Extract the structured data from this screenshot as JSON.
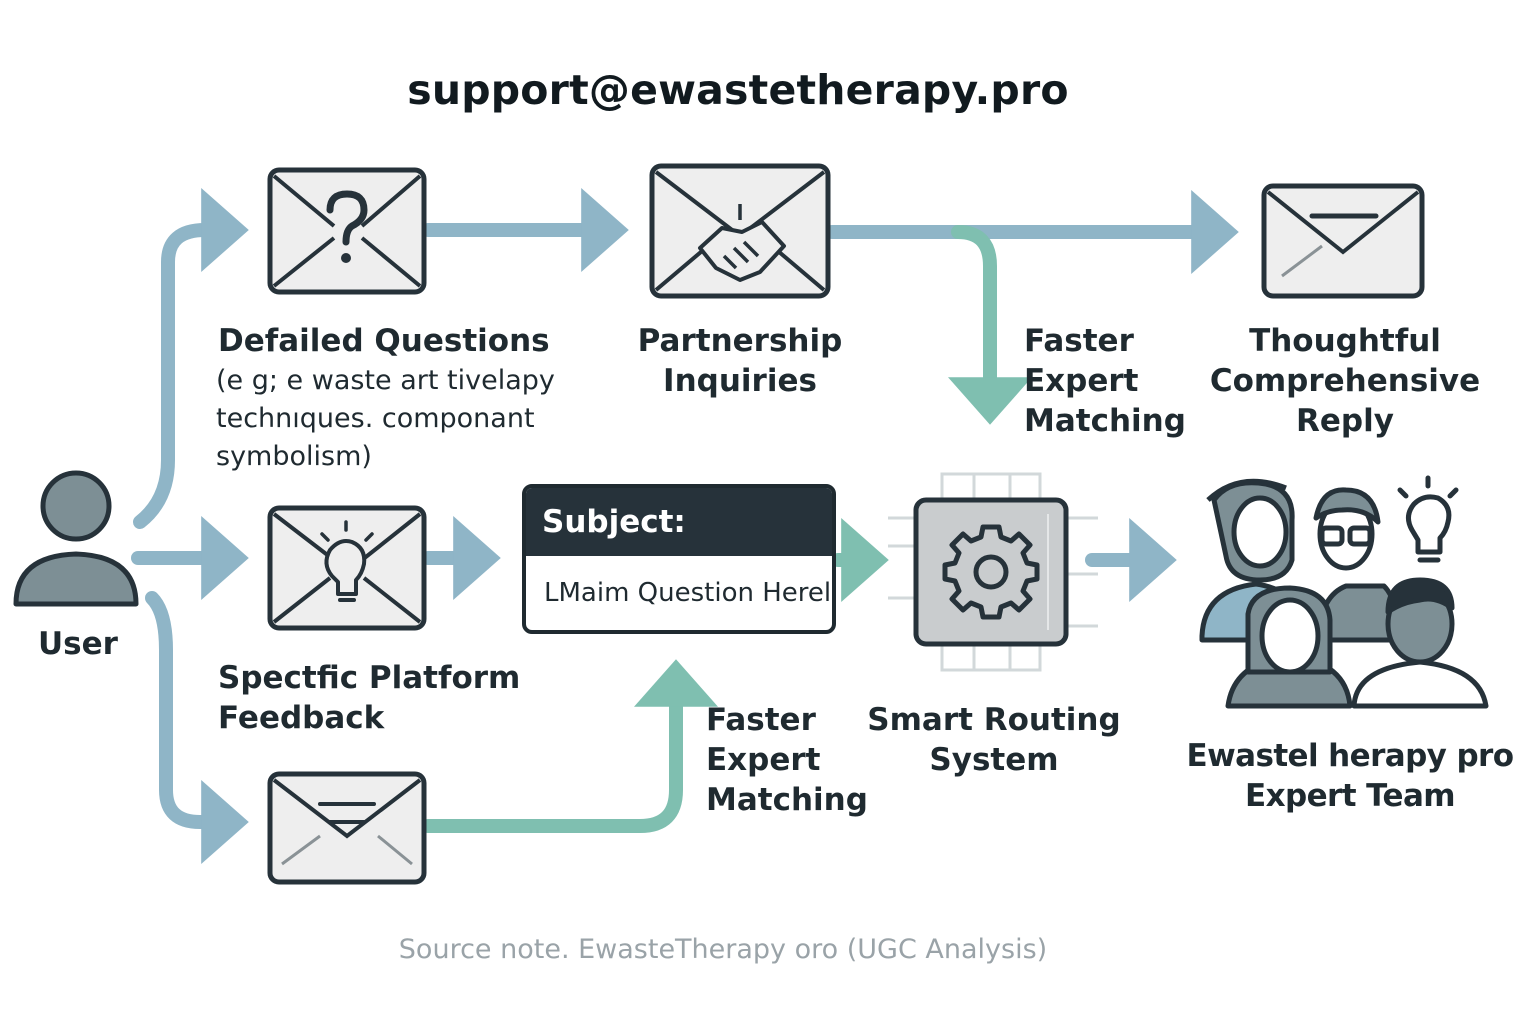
{
  "email": "support@ewastetherapy.pro",
  "user": {
    "label": "User"
  },
  "channels": {
    "detailed": {
      "title": "Defailed Questions",
      "note": "(e g; e  waste art tivelapy\ntechnıques. componant\nsymbolism)"
    },
    "partnership": {
      "title": "Partnership\nInquiries"
    },
    "feedback": {
      "title": "Spectfic Platform\nFeedback"
    }
  },
  "subject": {
    "label": "Subject:",
    "value": "LMaim Question Herel"
  },
  "matching_top": "Faster\nExpert\nMatching",
  "matching_bottom": "Faster\nExpert\nMatching",
  "reply": "Thoughtful\nComprehensive\nReply",
  "routing": "Smart Routing\nSystem",
  "team": "Ewastel herapy pro\nExpert Team",
  "source_note": "Source note. EwasteTherapy oro (UGC Analysis)",
  "colors": {
    "arrow_blue": "#8fb5c7",
    "arrow_teal": "#7fbfb0",
    "ink": "#26323a",
    "envelope_fill": "#eeeeee",
    "person_fill": "#7d8f95"
  },
  "icons": {
    "user": "user-icon",
    "question_mail": "question-envelope-icon",
    "handshake_mail": "handshake-envelope-icon",
    "reply_mail": "reply-envelope-icon",
    "idea_mail": "lightbulb-envelope-icon",
    "plain_mail": "envelope-icon",
    "router": "gear-chip-icon",
    "team": "team-icon"
  }
}
